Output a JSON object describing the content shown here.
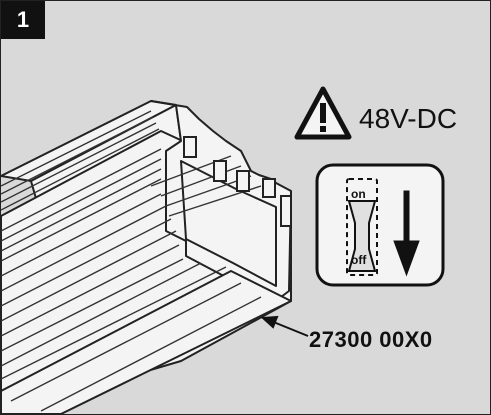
{
  "step": {
    "number": "1"
  },
  "warning": {
    "icon": "warning-triangle-icon",
    "text": "48V-DC"
  },
  "switch": {
    "on_label": "on",
    "off_label": "off",
    "direction_icon": "arrow-down-icon"
  },
  "part": {
    "number": "27300 00X0"
  },
  "colors": {
    "background": "#d9d9d9",
    "ink": "#111111",
    "badge": "#111111",
    "profile_fill": "#f4f4f4"
  }
}
